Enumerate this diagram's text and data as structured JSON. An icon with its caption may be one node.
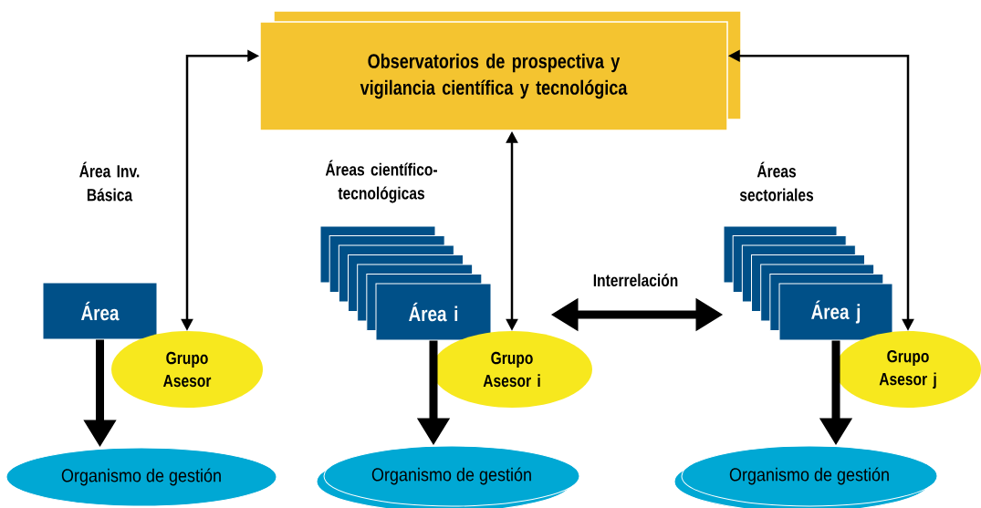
{
  "diagram": {
    "nodes": [
      {
        "text": [
          "Observatorios de prospectiva y vigilancia científica y tecnológica"
        ]
      },
      {
        "text": [
          "Área"
        ]
      },
      {
        "text": [
          "Grupo Asesor"
        ]
      },
      {
        "text": [
          "Organismo de gestión"
        ]
      },
      {
        "text": [
          "Área i"
        ]
      },
      {
        "text": [
          "Grupo Asesor i"
        ]
      },
      {
        "text": [
          "Organismo de gestión"
        ]
      },
      {
        "text": [
          "Área j"
        ]
      },
      {
        "text": [
          "Grupo Asesor j"
        ]
      },
      {
        "text": [
          "Organismo de gestión"
        ]
      }
    ],
    "edges": [
      {
        "from": 2,
        "to": 0,
        "arrow": "both"
      },
      {
        "from": 0,
        "to": 5,
        "arrow": "both"
      },
      {
        "from": 0,
        "to": 8,
        "arrow": "both"
      },
      {
        "from": null,
        "to": 7,
        "arrow": "both",
        "label": "Interrelación"
      },
      {
        "from": 1,
        "to": 3,
        "arrow": "to"
      },
      {
        "from": 4,
        "to": 6,
        "arrow": "to"
      },
      {
        "from": 7,
        "to": 9,
        "arrow": "to"
      }
    ],
    "labels": [
      "Área Inv. Básica",
      "Áreas científico-tecnológicas",
      "Áreas sectoriales"
    ]
  }
}
